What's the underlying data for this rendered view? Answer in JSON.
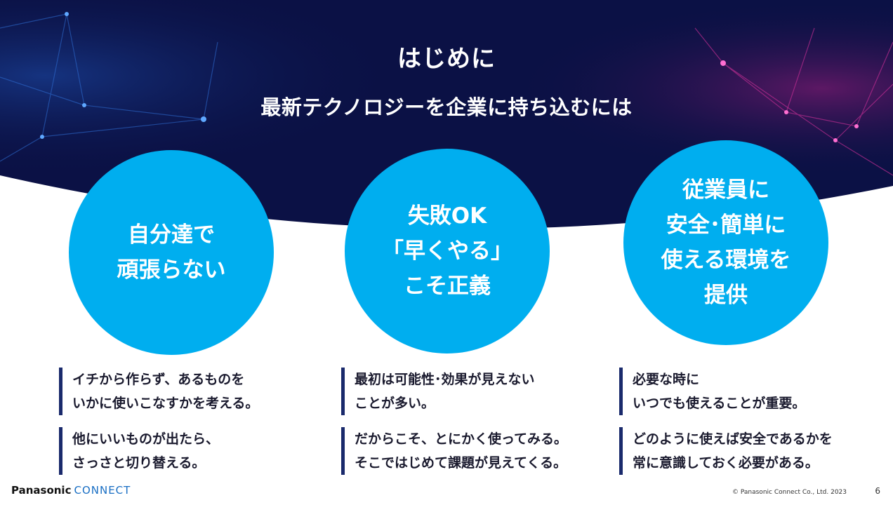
{
  "title": "はじめに",
  "subtitle": "最新テクノロジーを企業に持ち込むには",
  "circles": [
    {
      "lines": [
        "自分達で",
        "頑張らない"
      ]
    },
    {
      "lines": [
        "失敗OK",
        "「早くやる」",
        "こそ正義"
      ]
    },
    {
      "lines": [
        "従業員に",
        "安全･簡単に",
        "使える環境を",
        "提供"
      ]
    }
  ],
  "columns": [
    {
      "blocks": [
        [
          "イチから作らず、あるものを",
          "いかに使いこなすかを考える。"
        ],
        [
          "他にいいものが出たら、",
          "さっさと切り替える。"
        ]
      ]
    },
    {
      "blocks": [
        [
          "最初は可能性･効果が見えない",
          "ことが多い。"
        ],
        [
          "だからこそ、とにかく使ってみる。",
          "そこではじめて課題が見えてくる。"
        ]
      ]
    },
    {
      "blocks": [
        [
          "必要な時に",
          "いつでも使えることが重要。"
        ],
        [
          "どのように使えば安全であるかを",
          "常に意識しておく必要がある。"
        ]
      ]
    }
  ],
  "footer": {
    "brand": "Panasonic",
    "brand_sub": "CONNECT",
    "copyright": "© Panasonic Connect Co., Ltd. 2023",
    "page": "6"
  },
  "colors": {
    "navy": "#0b1145",
    "accent": "#00aeef",
    "magenta": "#c0208a",
    "bar": "#1a2a6c"
  }
}
